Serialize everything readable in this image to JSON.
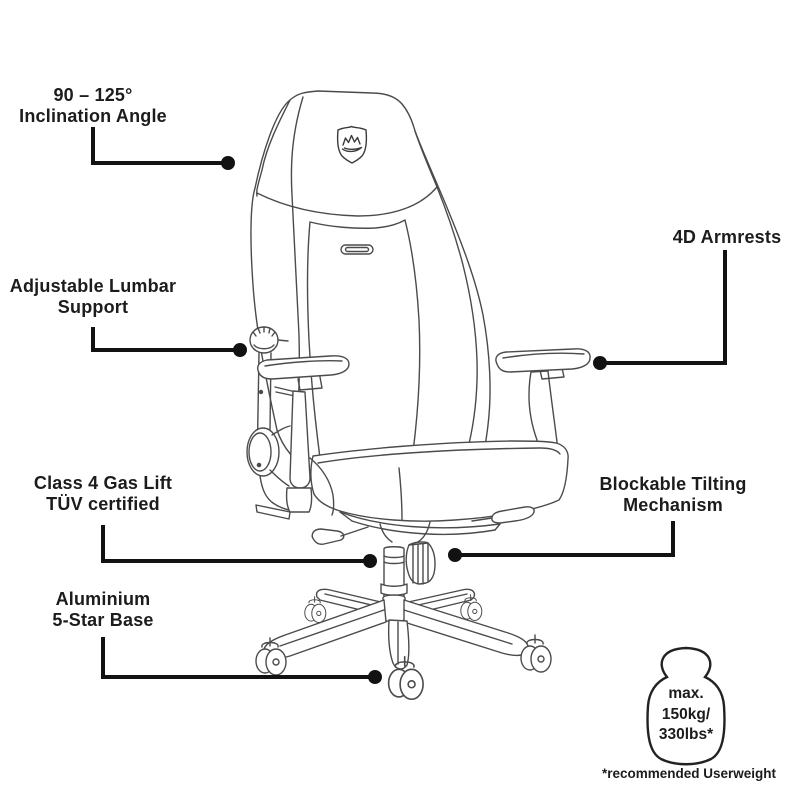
{
  "callouts": [
    {
      "id": "inclination-angle",
      "lines": [
        "90 – 125°",
        "Inclination Angle"
      ]
    },
    {
      "id": "lumbar-support",
      "lines": [
        "Adjustable Lumbar",
        "Support"
      ]
    },
    {
      "id": "gas-lift",
      "lines": [
        "Class 4 Gas Lift",
        "TÜV certified"
      ]
    },
    {
      "id": "five-star-base",
      "lines": [
        "Aluminium",
        "5-Star Base"
      ]
    },
    {
      "id": "armrests",
      "lines": [
        "4D Armrests"
      ]
    },
    {
      "id": "tilting-mechanism",
      "lines": [
        "Blockable Tilting",
        "Mechanism"
      ]
    }
  ],
  "weight_badge": {
    "lines": [
      "max.",
      "150kg/",
      "330lbs*"
    ],
    "footnote": "*recommended Userweight"
  },
  "icons": {
    "logo": "shield-crown-logo",
    "weight": "kettlebell-weight-icon"
  },
  "colors": {
    "text": "#1c1c1c",
    "callout_line": "#121212",
    "chair_line": "#4b4b4b",
    "background": "#ffffff"
  }
}
